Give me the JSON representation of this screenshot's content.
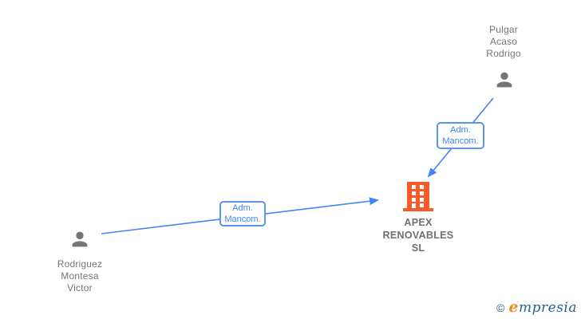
{
  "diagram": {
    "type": "corporate-relationship-graph",
    "background": "#ffffff",
    "nodes": {
      "person_top": {
        "id": "pulgar-acaso-rodrigo",
        "lines": [
          "Pulgar",
          "Acaso",
          "Rodrigo"
        ],
        "full_name": "Pulgar Acaso Rodrigo",
        "icon": "person-icon"
      },
      "person_left": {
        "id": "rodriguez-montesa-victor",
        "lines": [
          "Rodriguez",
          "Montesa",
          "Victor"
        ],
        "full_name": "Rodriguez Montesa Victor",
        "icon": "person-icon"
      },
      "company": {
        "id": "apex-renovables-sl",
        "lines": [
          "APEX",
          "RENOVABLES",
          "SL"
        ],
        "full_name": "APEX RENOVABLES SL",
        "icon": "building-icon"
      }
    },
    "edges": [
      {
        "from": "pulgar-acaso-rodrigo",
        "to": "apex-renovables-sl",
        "label_line1": "Adm.",
        "label_line2": "Mancom."
      },
      {
        "from": "rodriguez-montesa-victor",
        "to": "apex-renovables-sl",
        "label_line1": "Adm.",
        "label_line2": "Mancom."
      }
    ],
    "colors": {
      "edge_blue": "#4285f4",
      "edge_label_border": "#5b93f0",
      "person_gray": "#757575",
      "building_orange": "#f75b27",
      "name_text": "#757575",
      "company_text": "#6f6f6f",
      "logo_blue": "#26618f",
      "logo_orange": "#ef8b22"
    }
  },
  "footer": {
    "copyright": "©",
    "brand_first_letter": "e",
    "brand_rest": "mpresia"
  }
}
